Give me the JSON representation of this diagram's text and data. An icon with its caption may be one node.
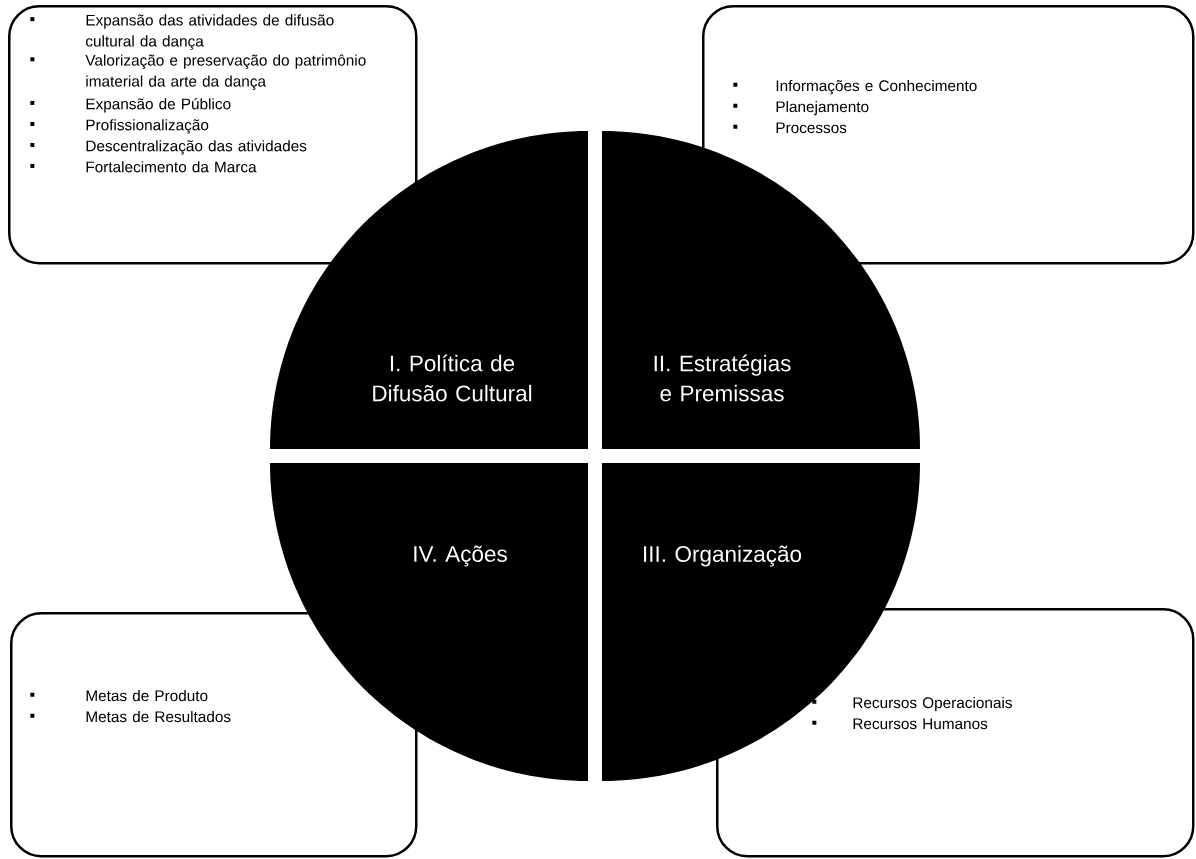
{
  "diagram": {
    "nodes": [
      {
        "text": [
          "Expansão das atividades de difusão cultural da dança",
          "Valorização e preservação do patrimônio imaterial da arte da dança",
          "Expansão de Público",
          "Profissionalização",
          "Descentralização  das atividades",
          "Fortalecimento da Marca"
        ]
      },
      {
        "text": [
          "Informações e Conhecimento",
          "Planejamento",
          "Processos"
        ]
      },
      {
        "text": [
          "I. Política de Difusão Cultural"
        ]
      },
      {
        "text": [
          "II. Estratégias e Premissas"
        ]
      },
      {
        "text": [
          "IV. Ações"
        ]
      },
      {
        "text": [
          "III. Organização"
        ]
      },
      {
        "text": [
          "Metas de Produto",
          "Metas de Resultados"
        ]
      },
      {
        "text": [
          "Recursos Operacionais",
          "Recursos Humanos"
        ]
      }
    ]
  }
}
